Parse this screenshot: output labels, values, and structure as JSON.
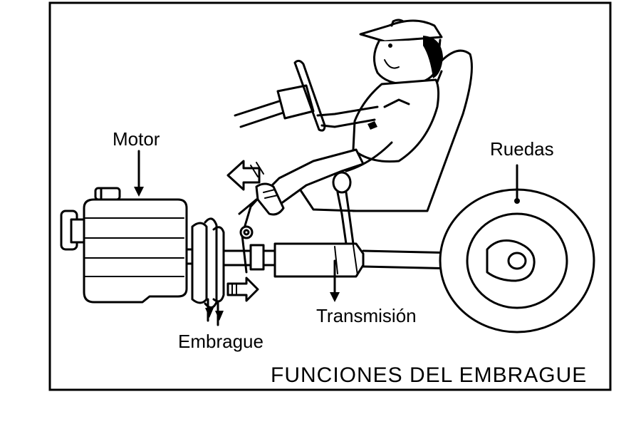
{
  "labels": {
    "motor": "Motor",
    "ruedas": "Ruedas",
    "transmision": "Transmisión",
    "embrague": "Embrague"
  },
  "title": "FUNCIONES DEL EMBRAGUE"
}
